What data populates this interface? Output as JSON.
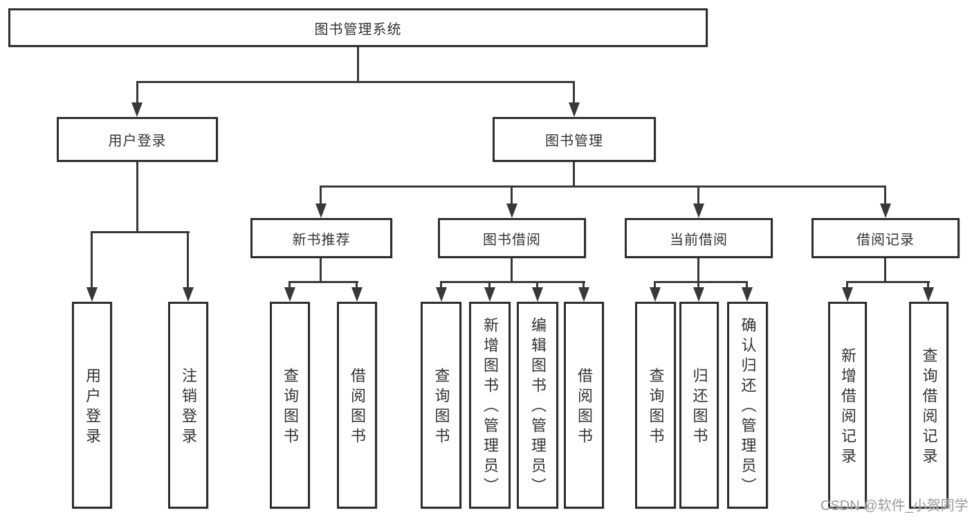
{
  "diagram": {
    "nodes": {
      "root": "图书管理系统",
      "user_login": "用户登录",
      "book_mgmt": "图书管理",
      "new_books": "新书推荐",
      "book_borrow": "图书借阅",
      "current_borrow": "当前借阅",
      "borrow_records": "借阅记录"
    },
    "leaves": {
      "user_login": [
        "用户登录",
        "注销登录"
      ],
      "new_books": [
        "查询图书",
        "借阅图书"
      ],
      "book_borrow": [
        "查询图书",
        "新增图书（管理员）",
        "编辑图书（管理员）",
        "借阅图书"
      ],
      "current_borrow": [
        "查询图书",
        "归还图书",
        "确认归还（管理员）"
      ],
      "borrow_records": [
        "新增借阅记录",
        "查询借阅记录"
      ]
    },
    "watermark": "CSDN @软件_小贺同学",
    "colors": {
      "line": "#383838",
      "border": "#2e2e2e",
      "text": "#333333",
      "background": "#ffffff",
      "watermark": "#9a9a9a"
    }
  }
}
